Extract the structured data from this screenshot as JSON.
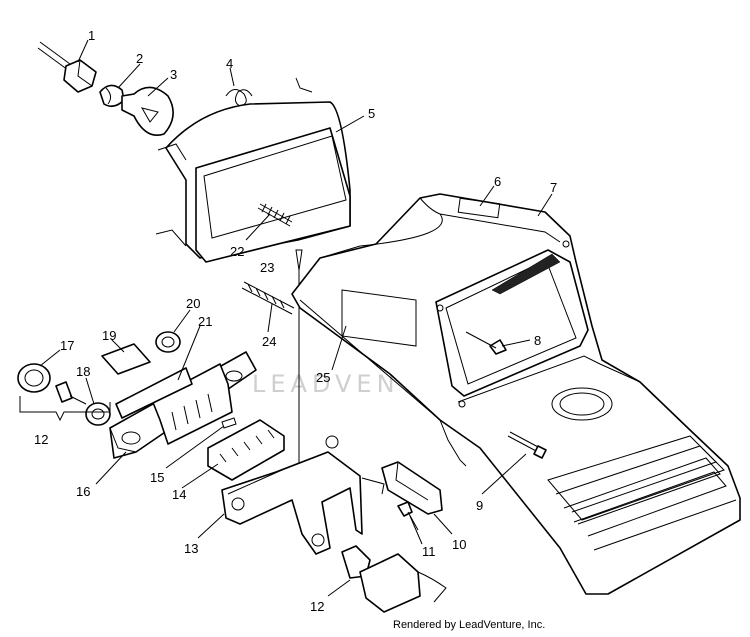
{
  "diagram": {
    "callouts": [
      {
        "label": "1"
      },
      {
        "label": "2"
      },
      {
        "label": "3"
      },
      {
        "label": "4"
      },
      {
        "label": "5"
      },
      {
        "label": "6"
      },
      {
        "label": "7"
      },
      {
        "label": "8"
      },
      {
        "label": "9"
      },
      {
        "label": "10"
      },
      {
        "label": "11"
      },
      {
        "label": "12"
      },
      {
        "label": "12"
      },
      {
        "label": "13"
      },
      {
        "label": "14"
      },
      {
        "label": "15"
      },
      {
        "label": "16"
      },
      {
        "label": "17"
      },
      {
        "label": "18"
      },
      {
        "label": "19"
      },
      {
        "label": "20"
      },
      {
        "label": "21"
      },
      {
        "label": "22"
      },
      {
        "label": "23"
      },
      {
        "label": "24"
      },
      {
        "label": "25"
      }
    ]
  },
  "watermark": "LEADVENTURE",
  "footer": "Rendered by LeadVenture, Inc."
}
